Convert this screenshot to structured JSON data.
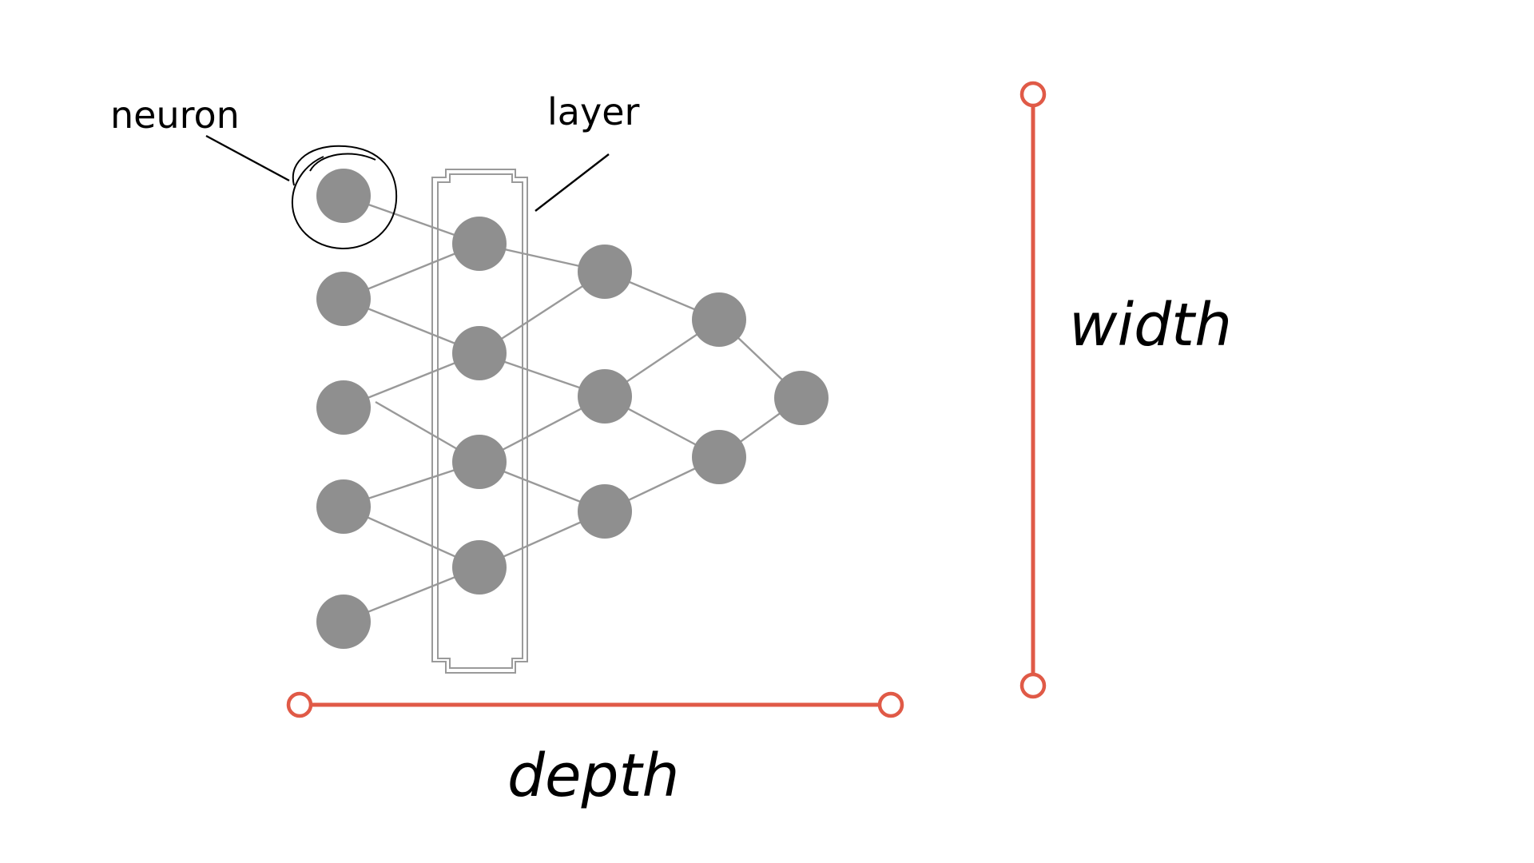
{
  "labels": {
    "neuron": "neuron",
    "layer": "layer",
    "width": "width",
    "depth": "depth"
  },
  "colors": {
    "node": "#8f8f8f",
    "edge": "#999999",
    "measure": "#e05a47",
    "annotation": "#000000"
  },
  "network": {
    "layers": [
      5,
      4,
      3,
      2,
      1
    ],
    "highlighted_node": "layer-1-node-1",
    "highlighted_layer": 2
  }
}
